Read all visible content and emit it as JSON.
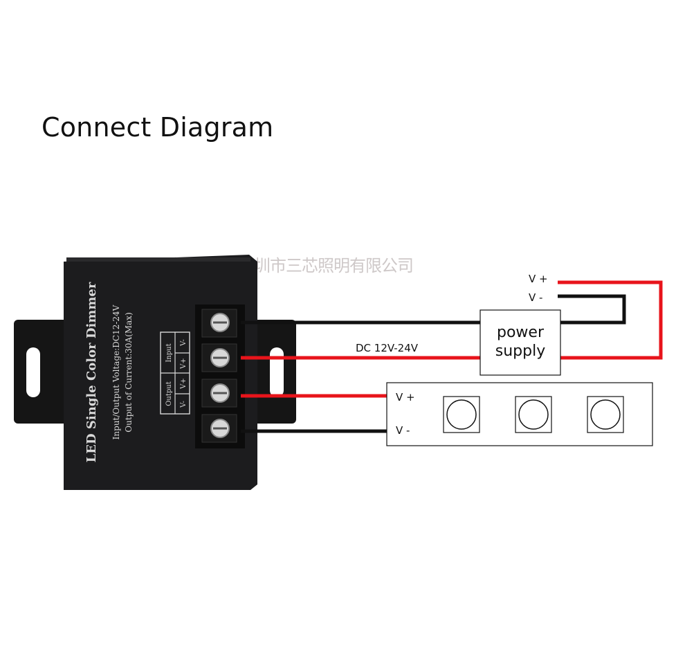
{
  "title": "Connect Diagram",
  "watermark": "深圳市三芯照明有限公司",
  "device": {
    "name": "LED Single Color Dimmer",
    "spec_voltage": "Input/Output Voltage:DC12-24V",
    "spec_current": "Output of Current:30A(Max)",
    "terminal_input_header": "Input",
    "terminal_output_header": "Output",
    "terminal_vminus": "V-",
    "terminal_vplus": "V+"
  },
  "power_supply": {
    "line1": "power",
    "line2": "supply",
    "vplus": "V +",
    "vminus": "V -"
  },
  "input_label": "DC 12V-24V",
  "led_strip": {
    "vplus": "V +",
    "vminus": "V -",
    "led_count": 3
  },
  "colors": {
    "red_wire": "#e8141b",
    "black_wire": "#111111",
    "device_body": "#1c1c1e"
  }
}
